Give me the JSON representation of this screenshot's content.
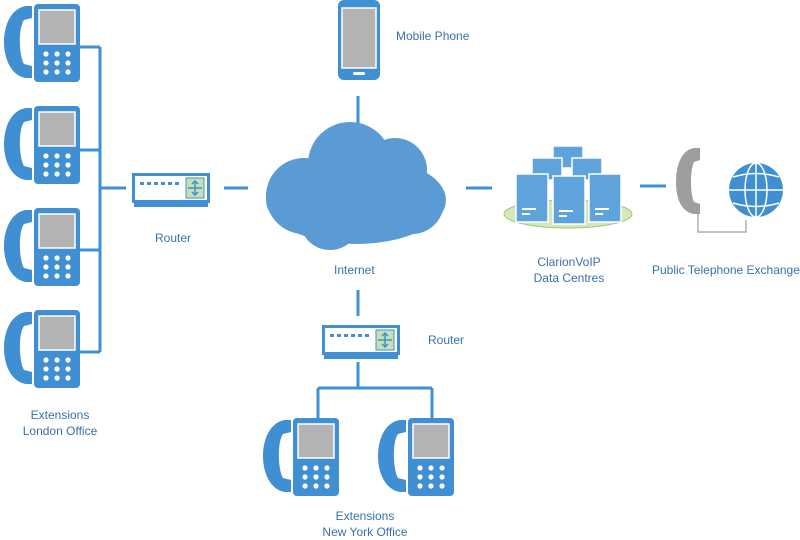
{
  "labels": {
    "mobile_phone": "Mobile Phone",
    "router_left": "Router",
    "router_bottom": "Router",
    "internet": "Internet",
    "data_centres": [
      "ClarionVoIP",
      "Data Centres"
    ],
    "public_exchange": "Public Telephone Exchange",
    "london": [
      "Extensions",
      "London Office"
    ],
    "new_york": [
      "Extensions",
      "New York Office"
    ]
  },
  "colors": {
    "device_blue": "#3f8fd2",
    "light_blue": "#5ea3dc",
    "cloud_blue": "#5b9bd5",
    "screen_gray": "#b3b3b3",
    "router_green": "#c6e0b4",
    "platform_green": "#d5e8b8",
    "label_blue": "#3a6fb0",
    "exchange_gray": "#9e9e9e"
  },
  "icons": [
    "desk-phone-icon",
    "mobile-phone-icon",
    "router-icon",
    "cloud-icon",
    "server-rack-icon",
    "globe-icon",
    "handset-icon"
  ]
}
